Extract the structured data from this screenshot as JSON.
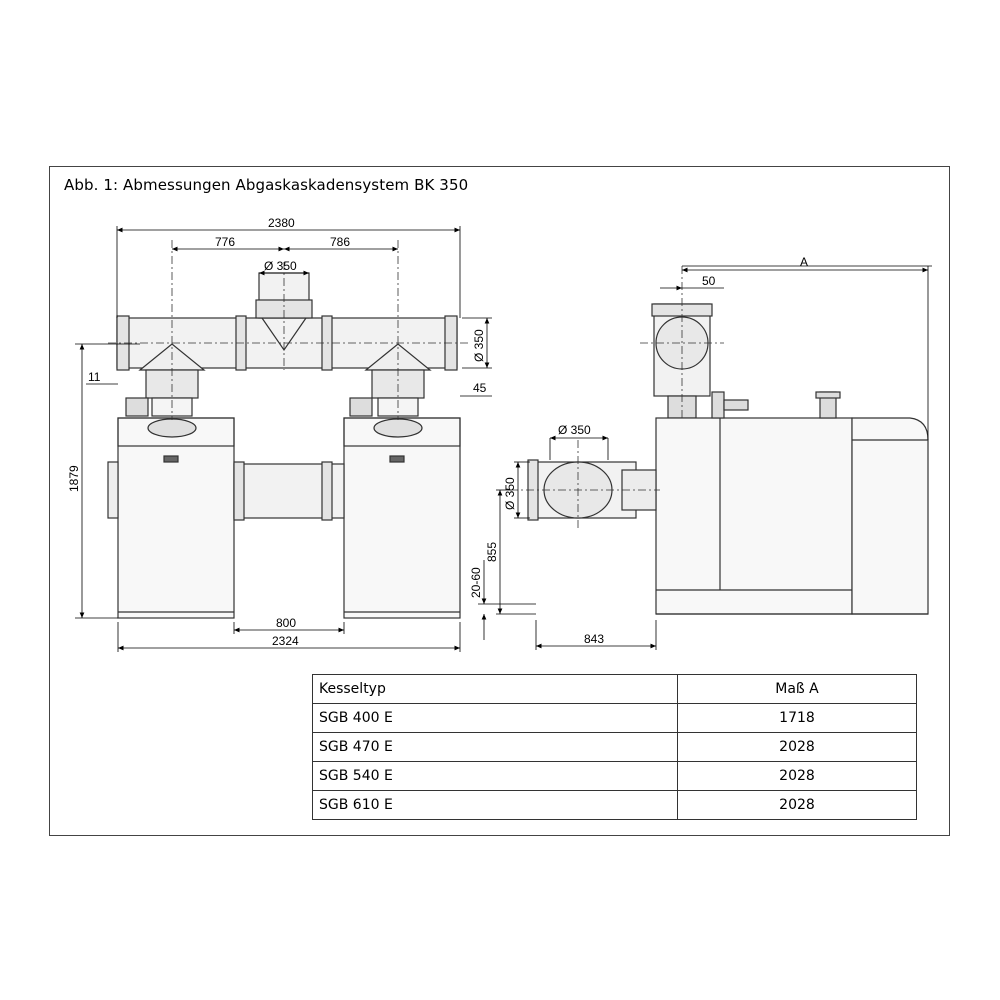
{
  "figure": {
    "title": "Abb. 1: Abmessungen Abgaskaskadensystem BK 350"
  },
  "front_view": {
    "dim_total_top": "2380",
    "dim_left_spacing": "776",
    "dim_right_spacing": "786",
    "dim_top_diameter": "Ø 350",
    "dim_header_diameter": "Ø 350",
    "dim_left_offset": "11",
    "dim_right_offset": "45",
    "dim_height": "1879",
    "dim_gap": "800",
    "dim_total_bottom": "2324"
  },
  "side_view": {
    "dim_a": "A",
    "dim_50": "50",
    "dim_pipe_diameter": "Ø 350",
    "dim_pipe_diameter_vertical": "Ø 350",
    "dim_height_855": "855",
    "dim_feet": "20-60",
    "dim_843": "843"
  },
  "table": {
    "headers": [
      "Kesseltyp",
      "Maß A"
    ],
    "rows": [
      [
        "SGB 400 E",
        "1718"
      ],
      [
        "SGB 470 E",
        "2028"
      ],
      [
        "SGB 540 E",
        "2028"
      ],
      [
        "SGB 610 E",
        "2028"
      ]
    ]
  }
}
